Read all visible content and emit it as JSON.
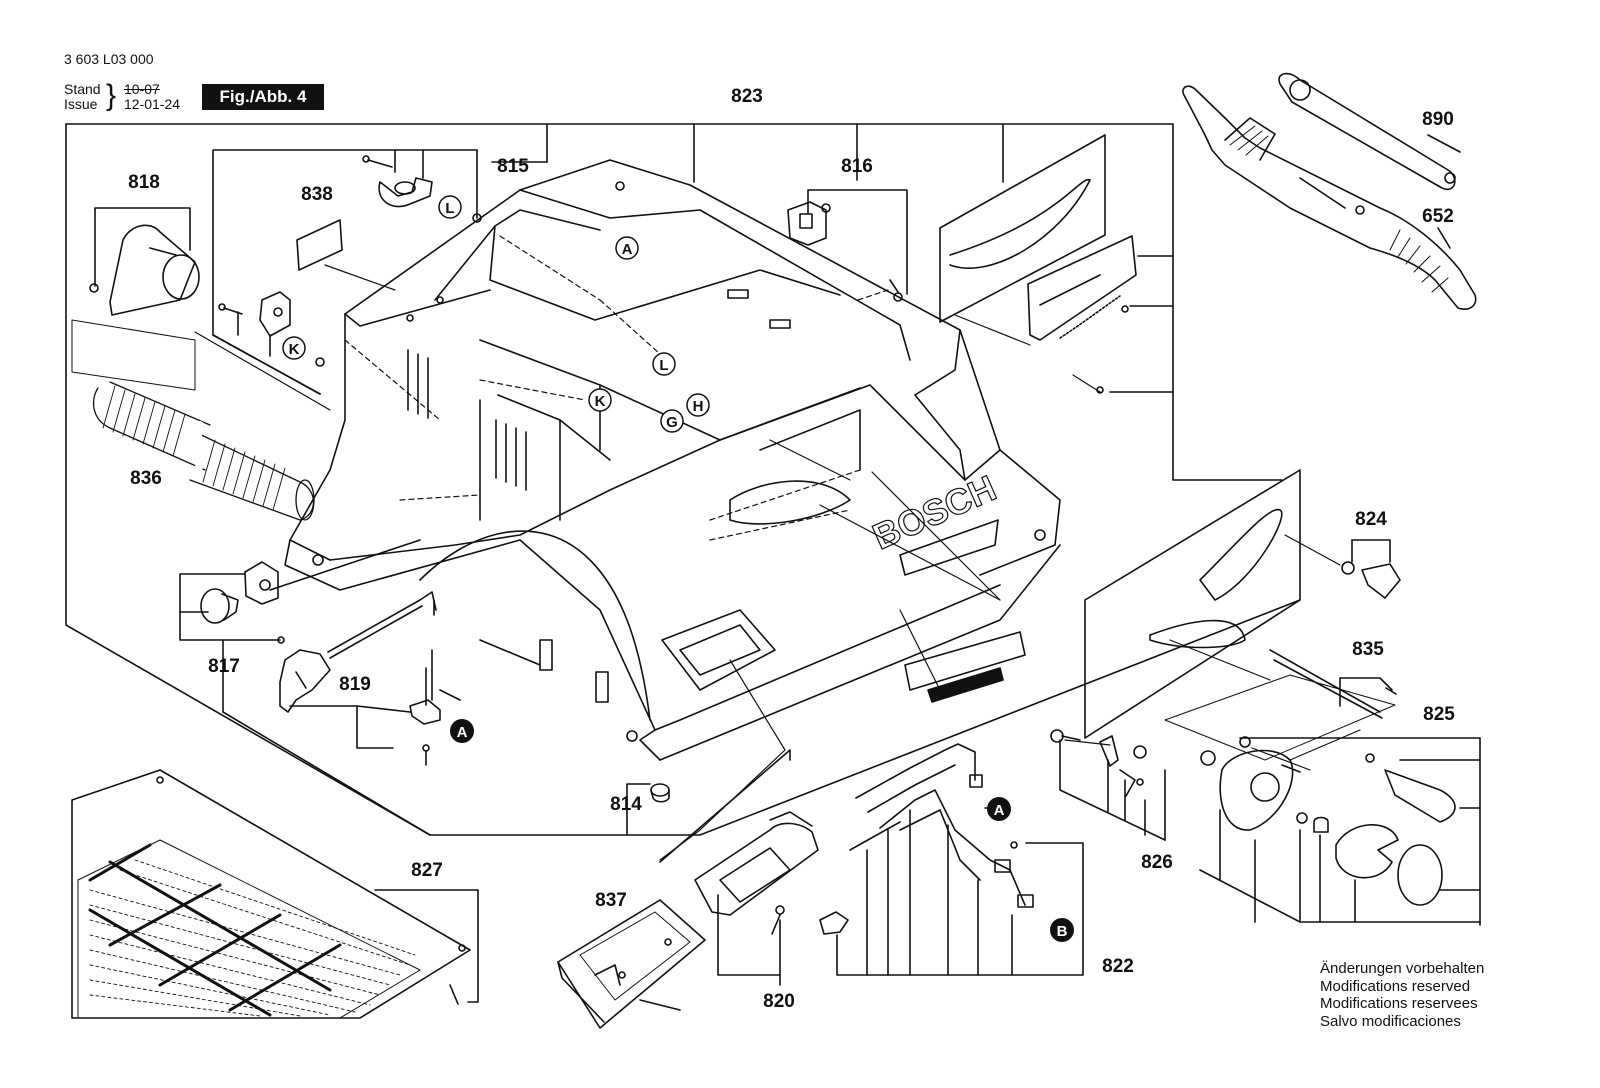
{
  "header": {
    "doc_number": "3 603 L03 000",
    "stand_label": "Stand",
    "issue_label": "Issue",
    "stand_date_struck": "10-07",
    "issue_date": "12-01-24",
    "figure_label": "Fig./Abb. 4"
  },
  "part_numbers": {
    "p823": "823",
    "p815": "815",
    "p816": "816",
    "p818": "818",
    "p838": "838",
    "p836": "836",
    "p817": "817",
    "p819": "819",
    "p814": "814",
    "p827": "827",
    "p837": "837",
    "p820": "820",
    "p822": "822",
    "p826": "826",
    "p825": "825",
    "p835": "835",
    "p824": "824",
    "p890": "890",
    "p652": "652"
  },
  "markers": {
    "A": "A",
    "K": "K",
    "L": "L",
    "G": "G",
    "H": "H",
    "B": "B"
  },
  "brand_embossed": "BOSCH",
  "notes": [
    "Änderungen vorbehalten",
    "Modifications reserved",
    "Modifications reservees",
    "Salvo modificaciones"
  ]
}
